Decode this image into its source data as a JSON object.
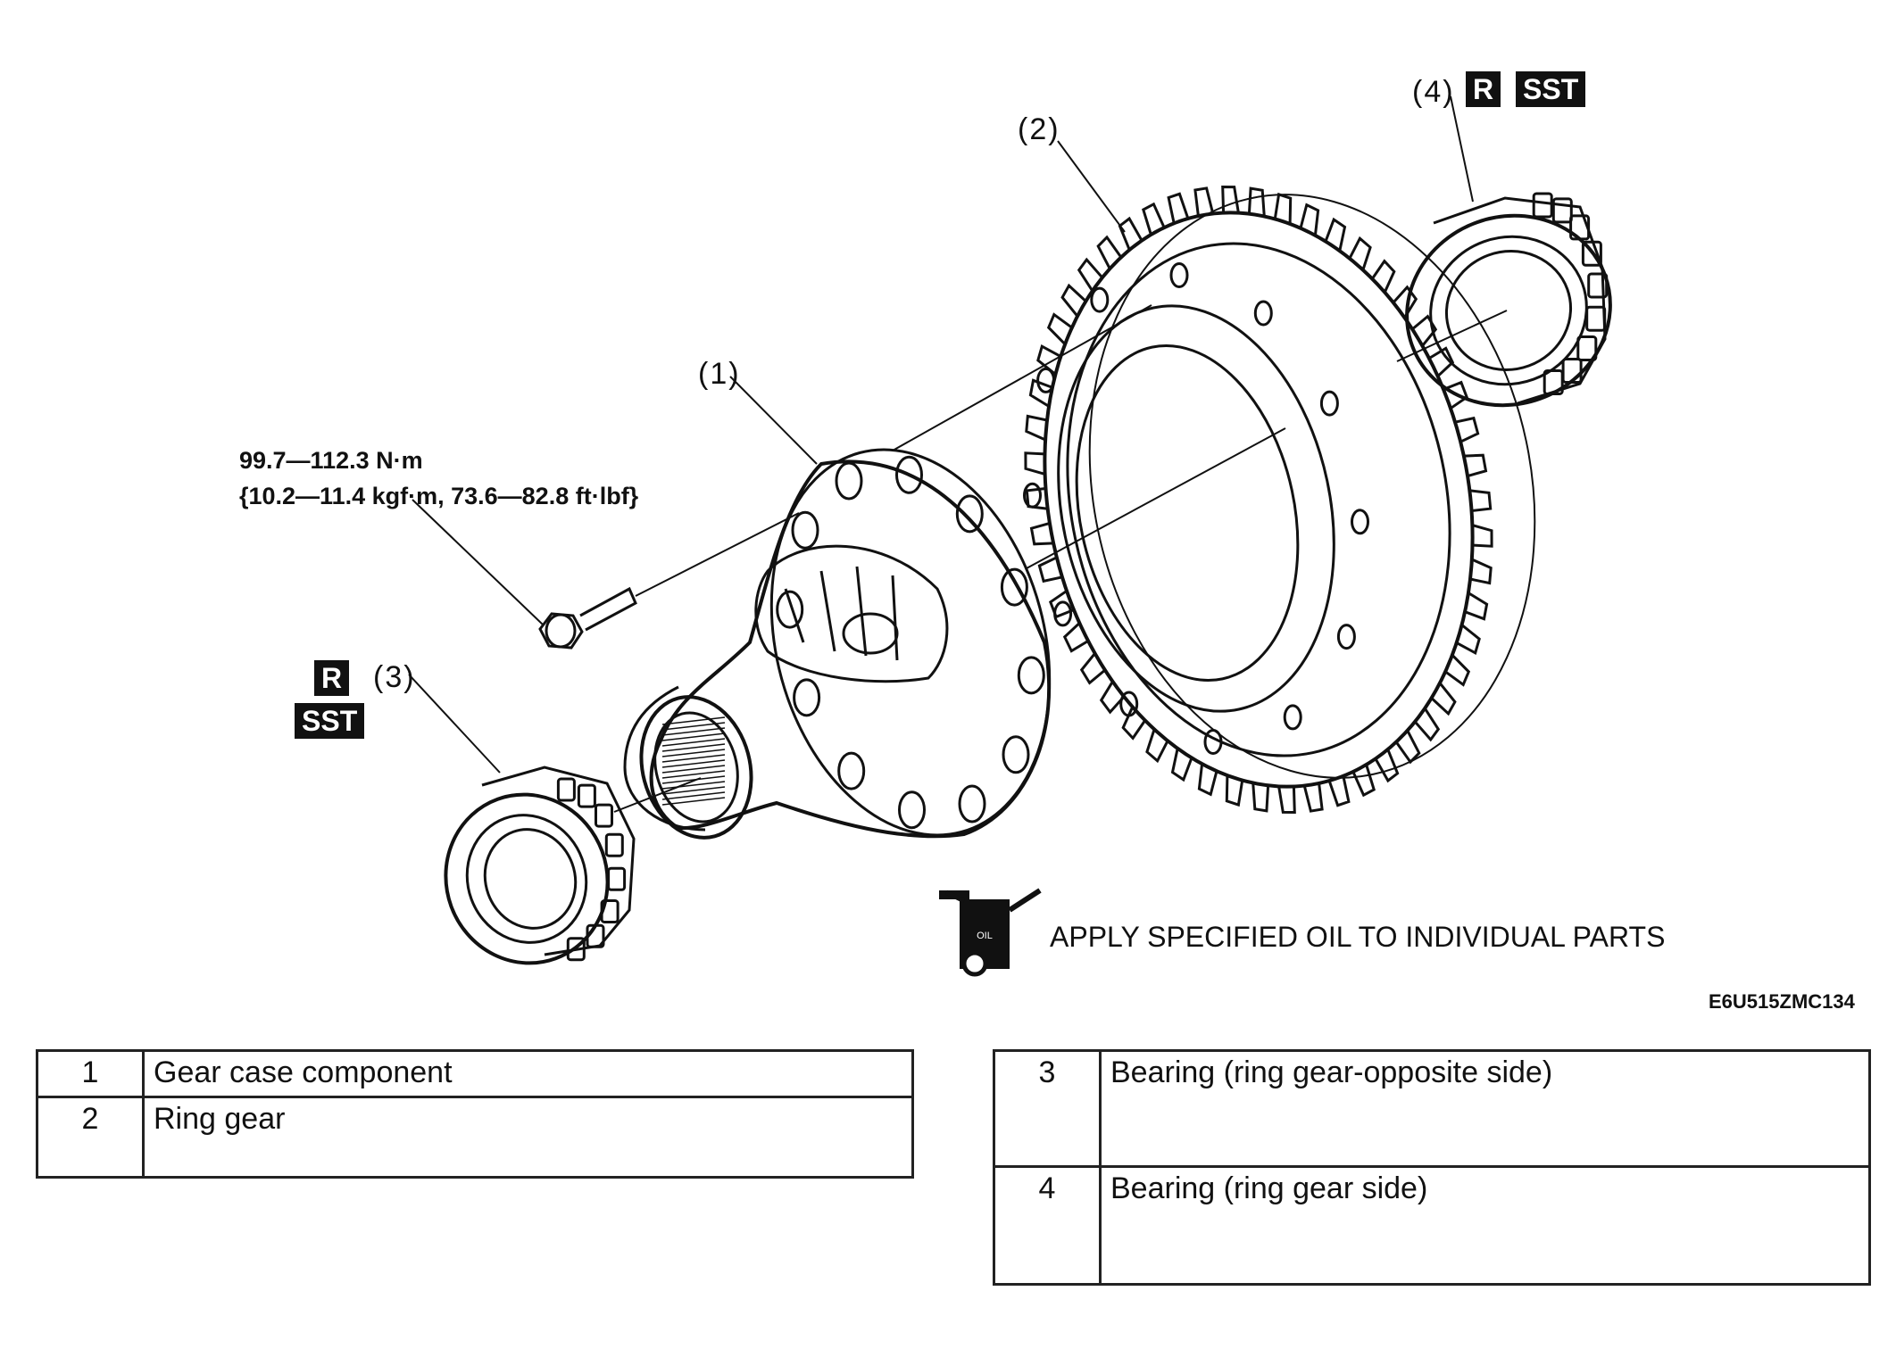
{
  "callouts": {
    "c1": "(1)",
    "c2": "(2)",
    "c3": "(3)",
    "c4": "(4)"
  },
  "tags": {
    "r": "R",
    "sst": "SST"
  },
  "torque": {
    "line1": "99.7—112.3 N·m",
    "line2": "{10.2—11.4 kgf·m, 73.6—82.8 ft·lbf}"
  },
  "oil_icon_text": "OIL",
  "oil_note": "APPLY SPECIFIED OIL TO INDIVIDUAL PARTS",
  "figure_code": "E6U515ZMC134",
  "legend_left": [
    {
      "num": "1",
      "name": "Gear case component"
    },
    {
      "num": "2",
      "name": "Ring gear"
    }
  ],
  "legend_right": [
    {
      "num": "3",
      "name": "Bearing (ring gear-opposite side)"
    },
    {
      "num": "4",
      "name": "Bearing (ring gear side)"
    }
  ]
}
